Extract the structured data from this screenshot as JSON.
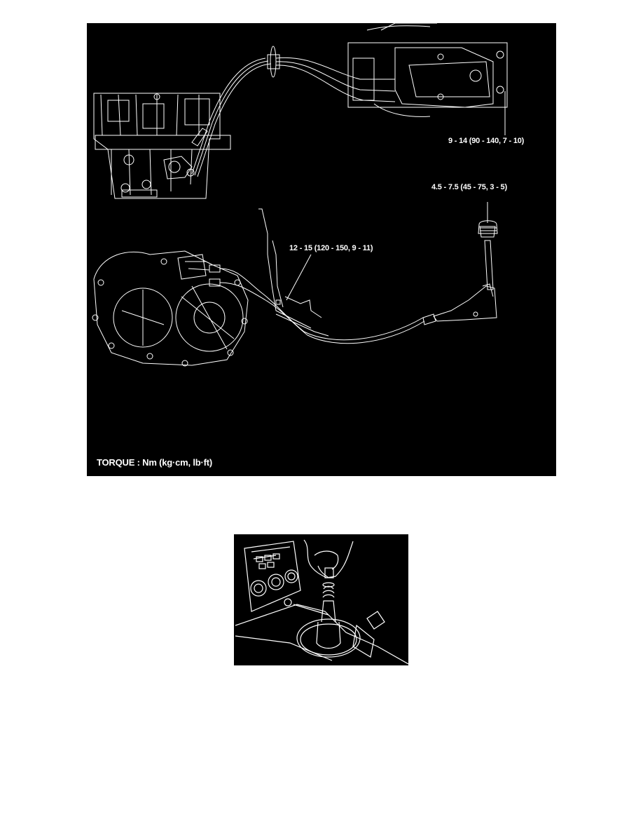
{
  "document": {
    "figures": [
      {
        "id": "shift-cable-installation-diagram",
        "description": "Manual transaxle shift cable routing and torque specifications",
        "torque_unit_label": "TORQUE : Nm (kg·cm, lb·ft)",
        "callouts": [
          {
            "id": "shift-lever-bracket-bolts",
            "text": "9 - 14 (90 - 140, 7 - 10)"
          },
          {
            "id": "shift-knob",
            "text": "4.5 - 7.5 (45 - 75, 3 - 5)"
          },
          {
            "id": "cable-bracket-bolts",
            "text": "12 - 15 (120 - 150, 9 - 11)"
          }
        ],
        "colors": {
          "background": "#000000",
          "line_art": "#ffffff"
        }
      },
      {
        "id": "shift-knob-installation-illustration",
        "description": "Hand installing shift knob onto gear shift lever",
        "colors": {
          "background": "#000000",
          "line_art": "#ffffff"
        }
      }
    ]
  }
}
